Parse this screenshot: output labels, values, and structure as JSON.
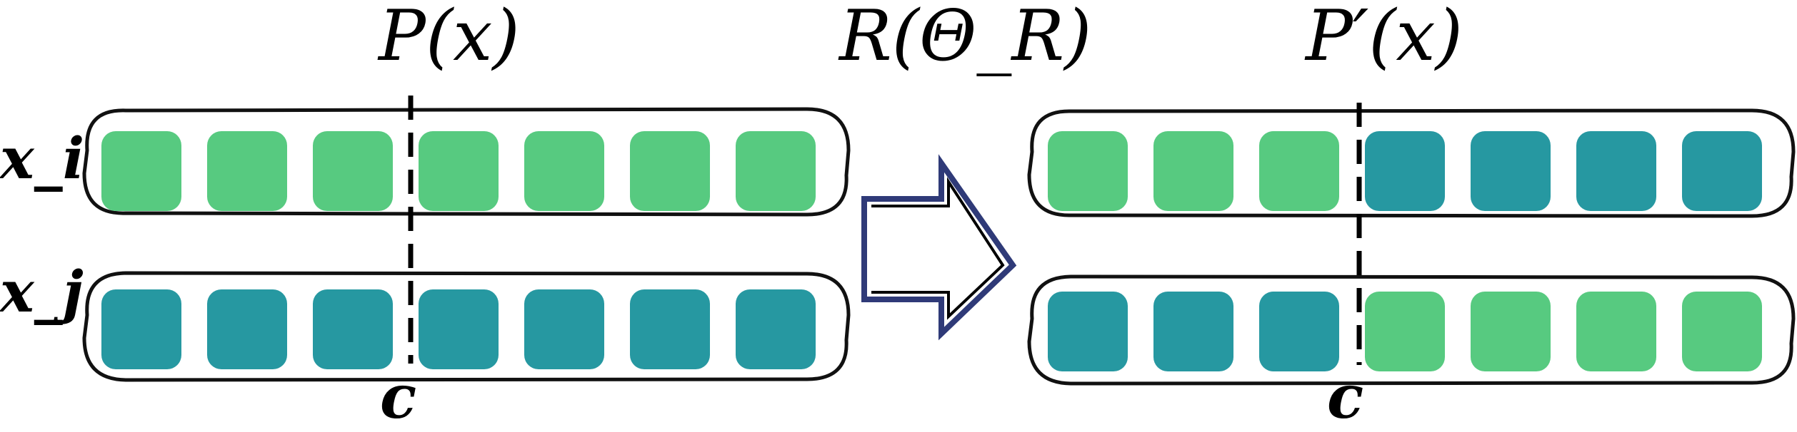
{
  "labels": {
    "left_title": "P(x)",
    "middle_title": "R(Θ_R)",
    "right_title": "P′(x)",
    "row_i": "x_i",
    "row_j": "x_j",
    "left_cut": "c",
    "right_cut": "c"
  },
  "colors": {
    "green": "#57ca80",
    "teal": "#2698a1",
    "outline": "#111111",
    "arrow_outline": "#2f3a78",
    "arrow_fill": "#ffffff",
    "cut_line": "#000000"
  },
  "diagram": {
    "left_rows": [
      {
        "name": "x_i",
        "blocks": [
          "green",
          "green",
          "green",
          "green",
          "green",
          "green",
          "green"
        ]
      },
      {
        "name": "x_j",
        "blocks": [
          "teal",
          "teal",
          "teal",
          "teal",
          "teal",
          "teal",
          "teal"
        ]
      }
    ],
    "right_rows": [
      {
        "name": "x_i",
        "blocks": [
          "green",
          "green",
          "green",
          "teal",
          "teal",
          "teal",
          "teal"
        ]
      },
      {
        "name": "x_j",
        "blocks": [
          "teal",
          "teal",
          "teal",
          "green",
          "green",
          "green",
          "green"
        ]
      }
    ],
    "cut_position_blocks": 3
  }
}
